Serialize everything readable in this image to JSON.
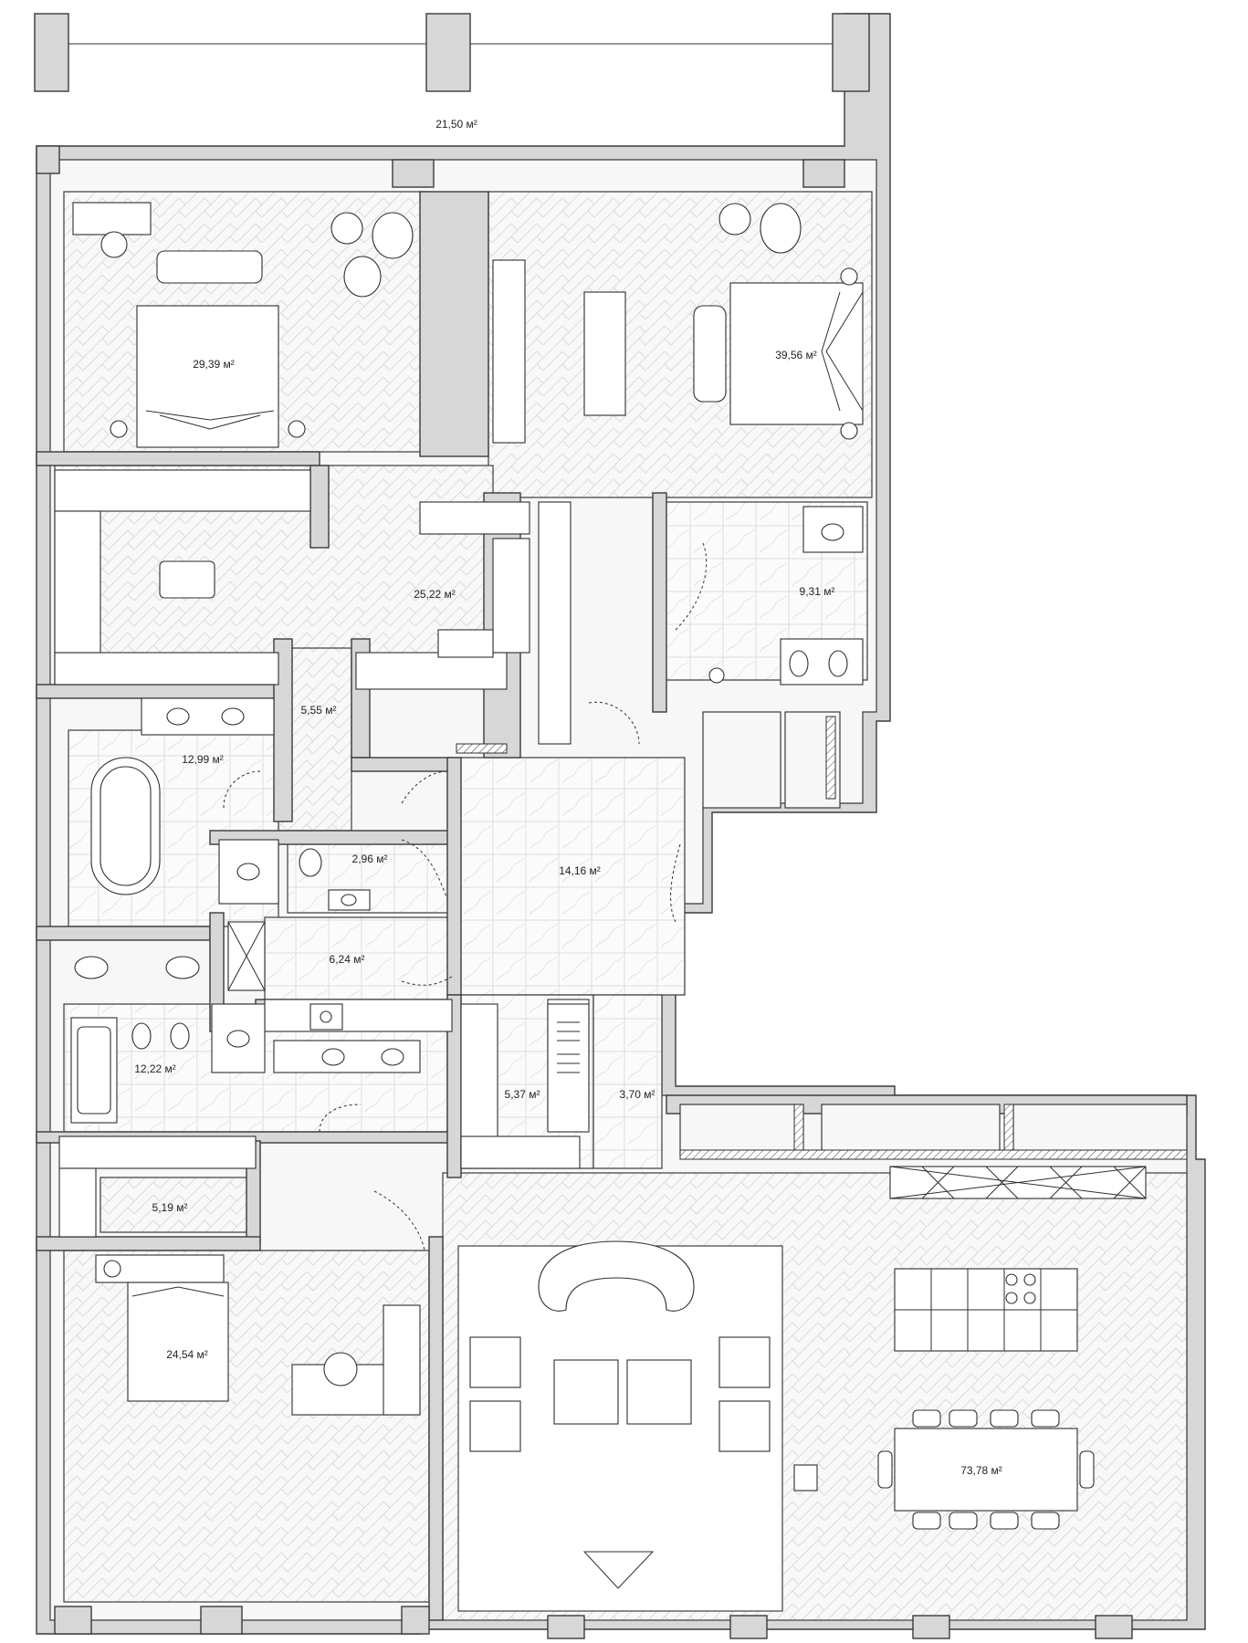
{
  "rooms": [
    {
      "id": "terrace",
      "area": "21,50 м²"
    },
    {
      "id": "bedroom-1",
      "area": "29,39 м²"
    },
    {
      "id": "master-bedroom",
      "area": "39,56 м²"
    },
    {
      "id": "dressing-1",
      "area": "25,22 м²"
    },
    {
      "id": "bathroom-master",
      "area": "9,31 м²"
    },
    {
      "id": "corridor-1",
      "area": "5,55 м²"
    },
    {
      "id": "bathroom-1",
      "area": "12,99 м²"
    },
    {
      "id": "wc",
      "area": "2,96 м²"
    },
    {
      "id": "hall",
      "area": "14,16 м²"
    },
    {
      "id": "laundry",
      "area": "6,24 м²"
    },
    {
      "id": "bathroom-2",
      "area": "12,22 м²"
    },
    {
      "id": "wardrobe",
      "area": "5,37 м²"
    },
    {
      "id": "entrance",
      "area": "3,70 м²"
    },
    {
      "id": "closet",
      "area": "5,19 м²"
    },
    {
      "id": "bedroom-2",
      "area": "24,54 м²"
    },
    {
      "id": "living-kitchen",
      "area": "73,78 м²"
    }
  ],
  "colors": {
    "wall": "#d7d7d7",
    "floor": "#f7f7f7",
    "line": "#3a3a3a"
  }
}
